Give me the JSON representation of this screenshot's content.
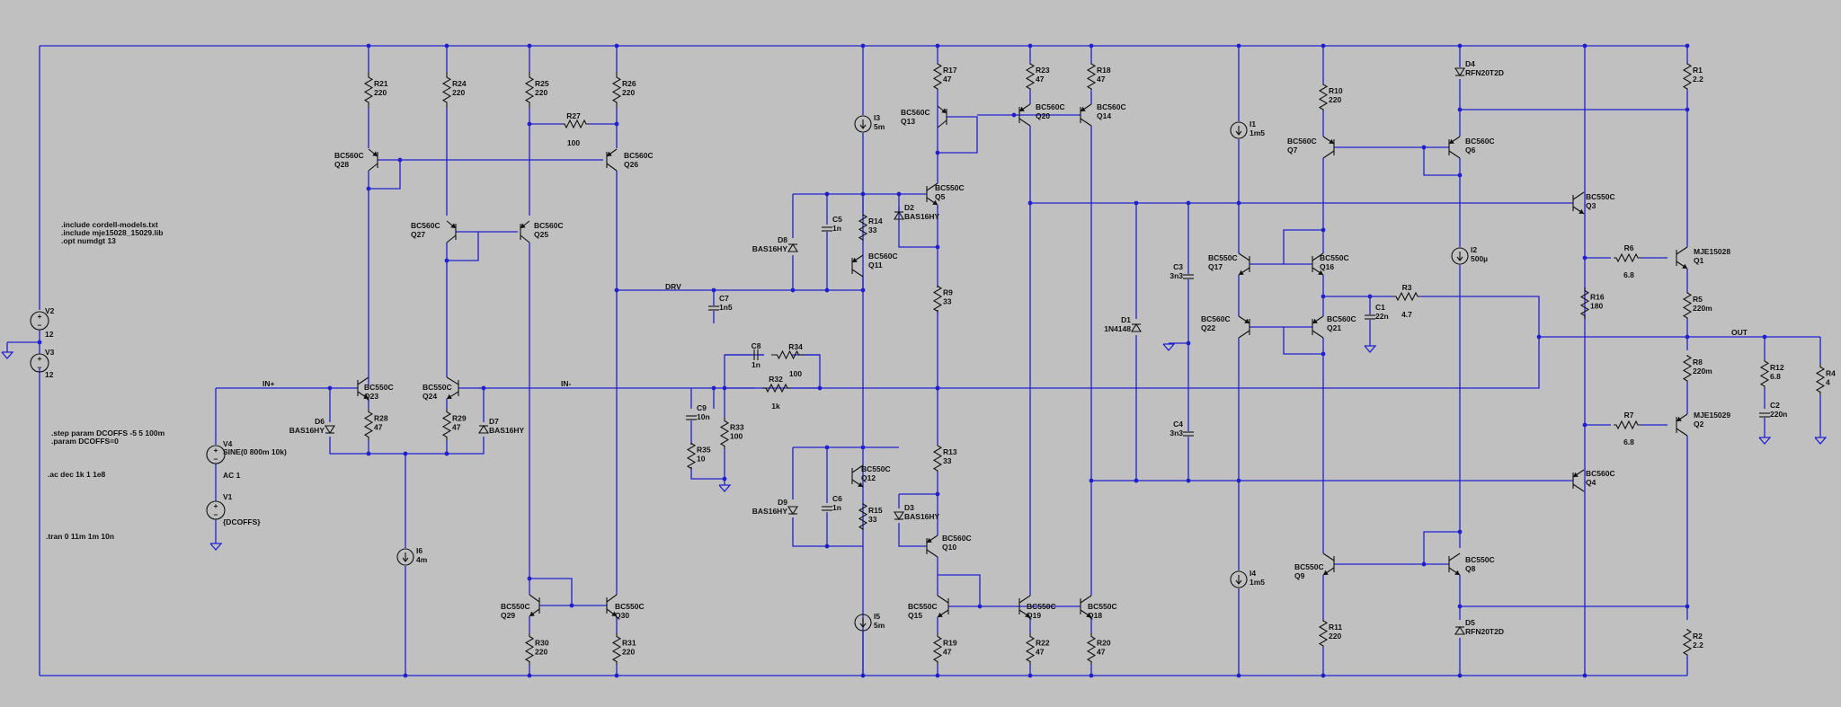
{
  "directives": [
    ".include cordell-models.txt",
    ".include mje15028_15029.lib",
    ".opt numdgt 13",
    ".step param DCOFFS -5 5 100m",
    ".param DCOFFS=0",
    ".ac dec 1k 1 1e8",
    ".tran 0 11m 1m 10n"
  ],
  "net_labels": {
    "in_plus": "IN+",
    "in_minus": "IN-",
    "drv": "DRV",
    "out": "OUT"
  },
  "components": [
    {
      "ref": "V2",
      "value": "12"
    },
    {
      "ref": "V3",
      "value": "12"
    },
    {
      "ref": "V4",
      "value": "SINE(0 800m 10k)",
      "extra": "AC 1"
    },
    {
      "ref": "V1",
      "value": "{DCOFFS}"
    },
    {
      "ref": "R21",
      "value": "220"
    },
    {
      "ref": "R24",
      "value": "220"
    },
    {
      "ref": "R25",
      "value": "220"
    },
    {
      "ref": "R26",
      "value": "220"
    },
    {
      "ref": "R27",
      "value": "100"
    },
    {
      "ref": "Q28",
      "value": "BC560C"
    },
    {
      "ref": "Q26",
      "value": "BC560C"
    },
    {
      "ref": "Q27",
      "value": "BC560C"
    },
    {
      "ref": "Q25",
      "value": "BC560C"
    },
    {
      "ref": "Q23",
      "value": "BC550C"
    },
    {
      "ref": "Q24",
      "value": "BC550C"
    },
    {
      "ref": "D6",
      "value": "BAS16HY"
    },
    {
      "ref": "D7",
      "value": "BAS16HY"
    },
    {
      "ref": "R28",
      "value": "47"
    },
    {
      "ref": "R29",
      "value": "47"
    },
    {
      "ref": "I6",
      "value": "4m"
    },
    {
      "ref": "Q29",
      "value": "BC550C"
    },
    {
      "ref": "Q30",
      "value": "BC550C"
    },
    {
      "ref": "R30",
      "value": "220"
    },
    {
      "ref": "R31",
      "value": "220"
    },
    {
      "ref": "C7",
      "value": "1n5"
    },
    {
      "ref": "C8",
      "value": "1n"
    },
    {
      "ref": "R34",
      "value": "100"
    },
    {
      "ref": "R32",
      "value": "1k"
    },
    {
      "ref": "C9",
      "value": "10n"
    },
    {
      "ref": "R35",
      "value": "10"
    },
    {
      "ref": "R33",
      "value": "100"
    },
    {
      "ref": "I3",
      "value": "5m"
    },
    {
      "ref": "D8",
      "value": "BAS16HY"
    },
    {
      "ref": "C5",
      "value": "1n"
    },
    {
      "ref": "R14",
      "value": "33"
    },
    {
      "ref": "Q11",
      "value": "BC560C"
    },
    {
      "ref": "Q5",
      "value": "BC550C"
    },
    {
      "ref": "D2",
      "value": "BAS16HY"
    },
    {
      "ref": "R17",
      "value": "47"
    },
    {
      "ref": "Q13",
      "value": "BC560C"
    },
    {
      "ref": "R9",
      "value": "33"
    },
    {
      "ref": "R13",
      "value": "33"
    },
    {
      "ref": "D9",
      "value": "BAS16HY"
    },
    {
      "ref": "C6",
      "value": "1n"
    },
    {
      "ref": "Q12",
      "value": "BC550C"
    },
    {
      "ref": "R15",
      "value": "33"
    },
    {
      "ref": "D3",
      "value": "BAS16HY"
    },
    {
      "ref": "Q10",
      "value": "BC560C"
    },
    {
      "ref": "I5",
      "value": "5m"
    },
    {
      "ref": "Q15",
      "value": "BC550C"
    },
    {
      "ref": "R19",
      "value": "47"
    },
    {
      "ref": "R23",
      "value": "47"
    },
    {
      "ref": "Q20",
      "value": "BC560C"
    },
    {
      "ref": "R18",
      "value": "47"
    },
    {
      "ref": "Q14",
      "value": "BC560C"
    },
    {
      "ref": "Q19",
      "value": "BC550C"
    },
    {
      "ref": "R22",
      "value": "47"
    },
    {
      "ref": "Q18",
      "value": "BC550C"
    },
    {
      "ref": "R20",
      "value": "47"
    },
    {
      "ref": "D1",
      "value": "1N4148"
    },
    {
      "ref": "C3",
      "value": "3n3"
    },
    {
      "ref": "C4",
      "value": "3n3"
    },
    {
      "ref": "I1",
      "value": "1m5"
    },
    {
      "ref": "I4",
      "value": "1m5"
    },
    {
      "ref": "Q17",
      "value": "BC550C"
    },
    {
      "ref": "Q16",
      "value": "BC550C"
    },
    {
      "ref": "Q22",
      "value": "BC560C"
    },
    {
      "ref": "Q21",
      "value": "BC560C"
    },
    {
      "ref": "C1",
      "value": "22n"
    },
    {
      "ref": "R3",
      "value": "4.7"
    },
    {
      "ref": "R10",
      "value": "220"
    },
    {
      "ref": "Q7",
      "value": "BC560C"
    },
    {
      "ref": "Q9",
      "value": "BC550C"
    },
    {
      "ref": "R11",
      "value": "220"
    },
    {
      "ref": "D4",
      "value": "RFN20T2D"
    },
    {
      "ref": "Q6",
      "value": "BC560C"
    },
    {
      "ref": "I2",
      "value": "500µ"
    },
    {
      "ref": "Q8",
      "value": "BC550C"
    },
    {
      "ref": "D5",
      "value": "RFN20T2D"
    },
    {
      "ref": "Q3",
      "value": "BC550C"
    },
    {
      "ref": "R6",
      "value": "6.8"
    },
    {
      "ref": "R16",
      "value": "180"
    },
    {
      "ref": "R7",
      "value": "6.8"
    },
    {
      "ref": "Q4",
      "value": "BC560C"
    },
    {
      "ref": "R1",
      "value": "2.2"
    },
    {
      "ref": "Q1",
      "value": "MJE15028"
    },
    {
      "ref": "R5",
      "value": "220m"
    },
    {
      "ref": "R8",
      "value": "220m"
    },
    {
      "ref": "Q2",
      "value": "MJE15029"
    },
    {
      "ref": "R2",
      "value": "2.2"
    },
    {
      "ref": "R12",
      "value": "6.8"
    },
    {
      "ref": "C2",
      "value": "220n"
    },
    {
      "ref": "R4",
      "value": "4"
    }
  ],
  "colors": {
    "background": "#c0c0c0",
    "wire": "#2020d0",
    "symbol": "#101010",
    "text": "#111111"
  }
}
